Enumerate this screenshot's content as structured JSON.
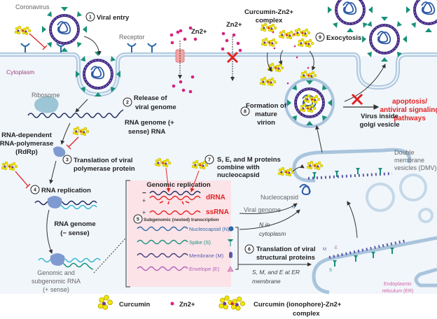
{
  "labels": {
    "coronavirus": "Coronavirus",
    "receptor": "Receptor",
    "cytoplasm": "Cytoplasm",
    "ribosome": "Ribosome",
    "zn_channel": "Zn2+",
    "zn_blocked": "Zn2+",
    "complex_line1": "Curcumin-Zn2+",
    "complex_line2": "complex",
    "rdrp_line1": "RNA-dependent",
    "rdrp_line2": "RNA-polymerase",
    "rdrp_line3": "(RdRp)",
    "rna_pos_line1": "RNA genome (+",
    "rna_pos_line2": "sense) RNA",
    "rna_neg_line1": "RNA genome",
    "rna_neg_line2": "(− sense)",
    "subgenomic_line1": "Genomic and",
    "subgenomic_line2": "subgenomic RNA",
    "subgenomic_line3": "(+ sense)",
    "golgi_line1": "Virus inside",
    "golgi_line2": "golgi vesicle",
    "apoptosis_line1": "apoptosis/",
    "apoptosis_line2": "antiviral signaling",
    "apoptosis_line3": "pathways",
    "dmv_line1": "Double",
    "dmv_line2": "membrane",
    "dmv_line3": "vesicles (DMV)",
    "nucleocapsid": "Nucleocapsid",
    "n_letter": "N",
    "viral_genome": "Viral genome",
    "n_cyto_line1": "N in",
    "n_cyto_line2": "cytoplasm",
    "sme_line1": "S, M, and E at ER",
    "sme_line2": "membrane",
    "er_line1": "Endoplasmic",
    "er_line2": "reticulum (ER)",
    "m_letter": "M",
    "e_letter": "E",
    "s_letter": "S"
  },
  "steps": [
    {
      "num": "1",
      "lines": [
        "Viral entry"
      ]
    },
    {
      "num": "2",
      "lines": [
        "Release of",
        "viral genome"
      ]
    },
    {
      "num": "3",
      "lines": [
        "Translation of viral",
        "polymerase protein"
      ]
    },
    {
      "num": "4",
      "lines": [
        "RNA replication"
      ]
    },
    {
      "num": "5",
      "lines": [
        "Subgenomic (nested) transcription"
      ]
    },
    {
      "num": "6",
      "lines": [
        "Translation of viral",
        "structural proteins"
      ]
    },
    {
      "num": "7",
      "lines": [
        "S, E, and M proteins",
        "combine with",
        "nucleocapsid"
      ]
    },
    {
      "num": "8",
      "lines": [
        "Formation of",
        "mature",
        "virion"
      ]
    },
    {
      "num": "9",
      "lines": [
        "Exocytosis"
      ]
    }
  ],
  "replication_box": {
    "title": "Genomic replication",
    "minus": "−",
    "plus": "+",
    "plus2": "+",
    "drna": "dRNA",
    "ssrna": "ssRNA",
    "proteins": [
      {
        "label": "Nucleocapsid (N)",
        "color": "#2d6aa6"
      },
      {
        "label": "Spike (S)",
        "color": "#17907a"
      },
      {
        "label": "Membrane (M)",
        "color": "#5b5aa8"
      },
      {
        "label": "Envelope (E)",
        "color": "#b35cb8"
      }
    ]
  },
  "legend": {
    "curcumin": "Curcumin",
    "zn": "Zn2+",
    "complex_line1": "Curcumin (ionophore)-Zn2+",
    "complex_line2": "complex"
  },
  "colors": {
    "cytoplasm": "#f1f6fb",
    "membrane": "#a9c4dc",
    "zinc": "#d6237f",
    "inhibition": "#e32222",
    "spike": "#17907a",
    "virus_envelope": "#3f2f86",
    "curcumin": "#f2e600",
    "box": "#fbe3e8"
  }
}
